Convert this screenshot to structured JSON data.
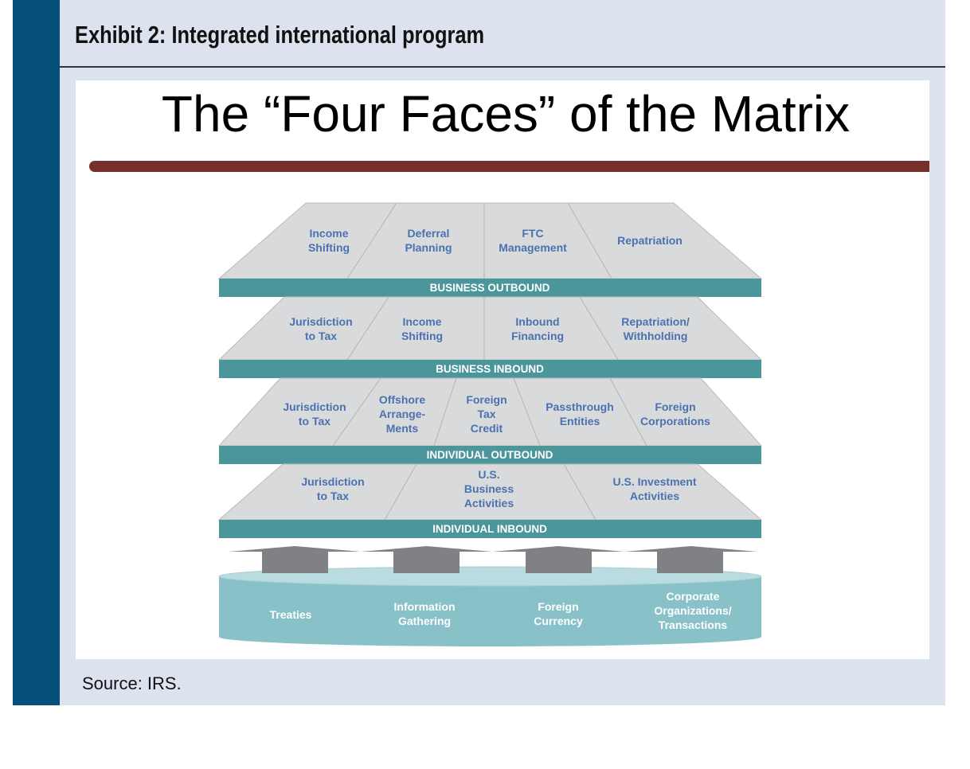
{
  "exhibit_title": "Exhibit 2: Integrated international program",
  "diagram_title": "The “Four Faces” of the Matrix",
  "tiers": [
    {
      "band": "BUSINESS OUTBOUND",
      "items": [
        "Income\nShifting",
        "Deferral\nPlanning",
        "FTC\nManagement",
        "Repatriation"
      ]
    },
    {
      "band": "BUSINESS INBOUND",
      "items": [
        "Jurisdiction\nto Tax",
        "Income\nShifting",
        "Inbound\nFinancing",
        "Repatriation/\nWithholding"
      ]
    },
    {
      "band": "INDIVIDUAL OUTBOUND",
      "items": [
        "Jurisdiction\nto Tax",
        "Offshore\nArrange-\nMents",
        "Foreign\nTax\nCredit",
        "Passthrough\nEntities",
        "Foreign\nCorporations"
      ]
    },
    {
      "band": "INDIVIDUAL INBOUND",
      "items": [
        "Jurisdiction\nto Tax",
        "U.S.\nBusiness\nActivities",
        "U.S. Investment\nActivities"
      ]
    }
  ],
  "foundation": [
    "Treaties",
    "Information\nGathering",
    "Foreign\nCurrency",
    "Corporate\nOrganizations/\nTransactions"
  ],
  "source": "Source: IRS.",
  "colors": {
    "sidebar": "#04507a",
    "panel": "#dce3ee",
    "maroon": "#762f2b",
    "band": "#4b969b",
    "face": "#d9dadb",
    "label": "#4a72b0",
    "cylinder": "#89c1c8",
    "arrow": "#808184"
  }
}
